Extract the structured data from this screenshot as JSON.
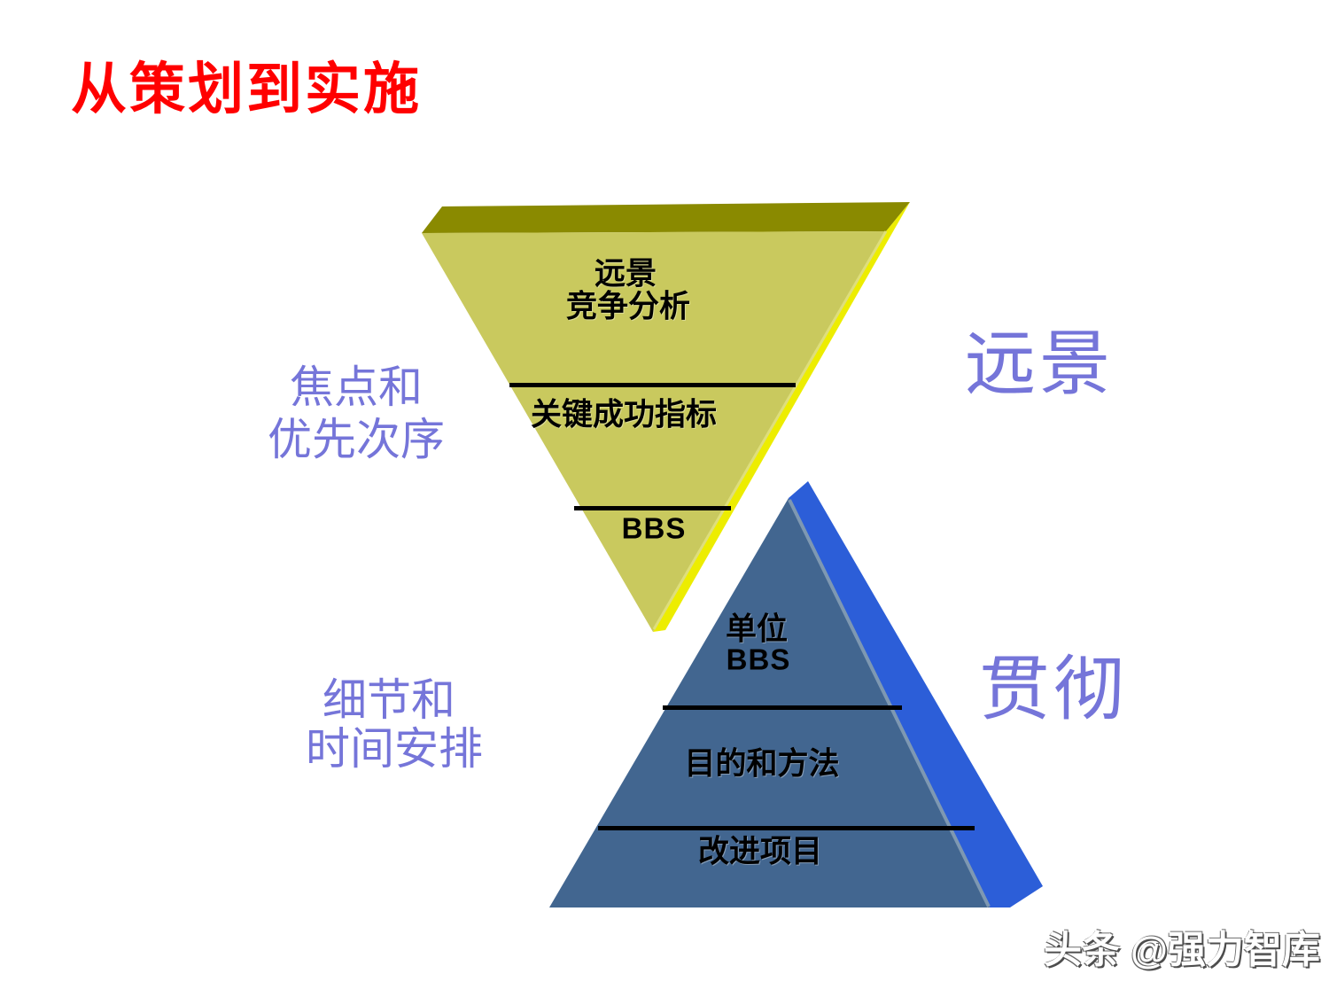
{
  "slide": {
    "title": "从策划到实施",
    "watermark": "头条 @强力智库",
    "background": "#ffffff"
  },
  "funnel": {
    "level1_line1": "远景",
    "level1_line2": "竞争分析",
    "level2": "关键成功指标",
    "level3": "BBS"
  },
  "pyramid": {
    "level1_line1": "单位",
    "level1_line2": "BBS",
    "level2": "目的和方法",
    "level3": "改进项目"
  },
  "side_labels": {
    "focus_line1": "焦点和",
    "focus_line2": "优先次序",
    "vision": "远景",
    "details_line1": "细节和",
    "details_line2": "时间安排",
    "implement": "贯彻"
  },
  "colors": {
    "title_red": "#ff0000",
    "label_purple": "#7575d9",
    "funnel_front": "#c9c95e",
    "funnel_top": "#8a8a00",
    "funnel_side": "#eded00",
    "pyramid_front": "#426690",
    "pyramid_side": "#2c5ed8",
    "divider": "#000000",
    "watermark_text": "#ffffff",
    "watermark_shadow": "#4d4d4d"
  }
}
